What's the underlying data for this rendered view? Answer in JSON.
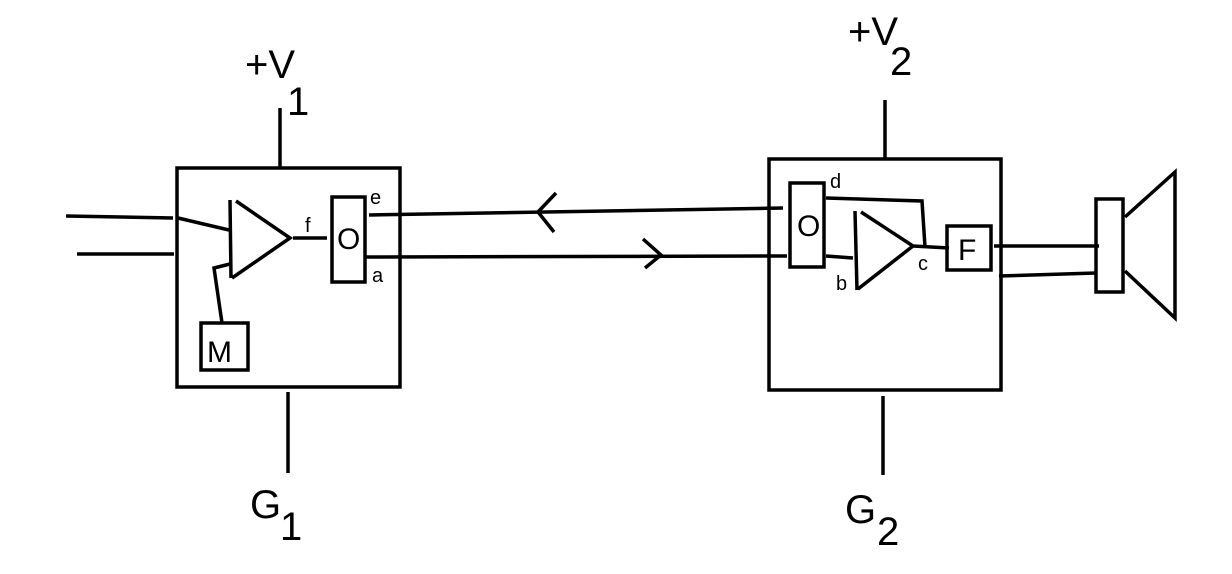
{
  "diagram": {
    "stroke_color": "#000000",
    "background": "#ffffff",
    "left_unit": {
      "supply": {
        "prefix": "+V",
        "subscript": "1"
      },
      "ground": {
        "prefix": "G",
        "subscript": "1"
      },
      "node_f": "f",
      "node_e": "e",
      "node_a": "a",
      "block_o": "O",
      "block_m": "M"
    },
    "right_unit": {
      "supply": {
        "prefix": "+V",
        "subscript": "2"
      },
      "ground": {
        "prefix": "G",
        "subscript": "2"
      },
      "node_d": "d",
      "node_b": "b",
      "node_c": "c",
      "block_o": "O",
      "block_f": "F"
    }
  }
}
